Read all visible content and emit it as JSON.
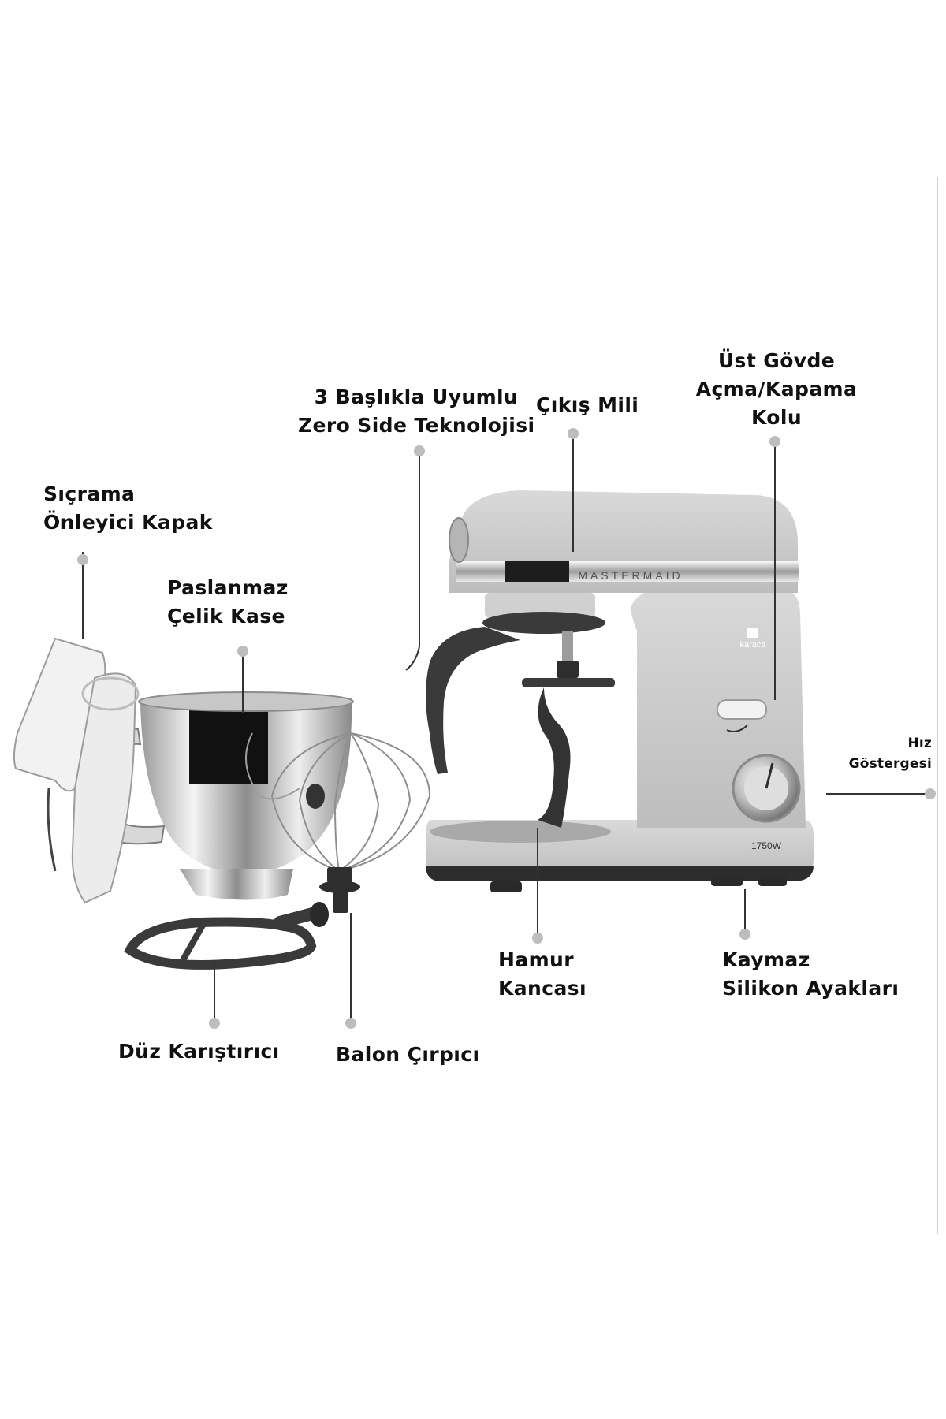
{
  "labels": {
    "splash_guard": [
      "Sıçrama",
      "Önleyici Kapak"
    ],
    "steel_bowl": [
      "Paslanmaz",
      "Çelik Kase"
    ],
    "zero_side": [
      "3 Başlıkla Uyumlu",
      "Zero Side Teknolojisi"
    ],
    "output_shaft": [
      "Çıkış Mili"
    ],
    "upper_body_lever": [
      "Üst Gövde",
      "Açma/Kapama",
      "Kolu"
    ],
    "speed_indicator": [
      "Hız",
      "Göstergesi"
    ],
    "dough_hook": [
      "Hamur",
      "Kancası"
    ],
    "nonslip_feet": [
      "Kaymaz",
      "Silikon Ayakları"
    ],
    "flat_beater": [
      "Düz Karıştırıcı"
    ],
    "balloon_whisk": [
      "Balon Çırpıcı"
    ]
  },
  "product": {
    "brand_text": "MASTERMAID",
    "logo_text": "karaca",
    "power_text": "1750W"
  },
  "colors": {
    "leader_line": "#333333",
    "dot": "#bdbdbd",
    "body": "#cfcfcf",
    "chrome": "#e9e9e9",
    "dark_part": "#3a3a3a"
  }
}
